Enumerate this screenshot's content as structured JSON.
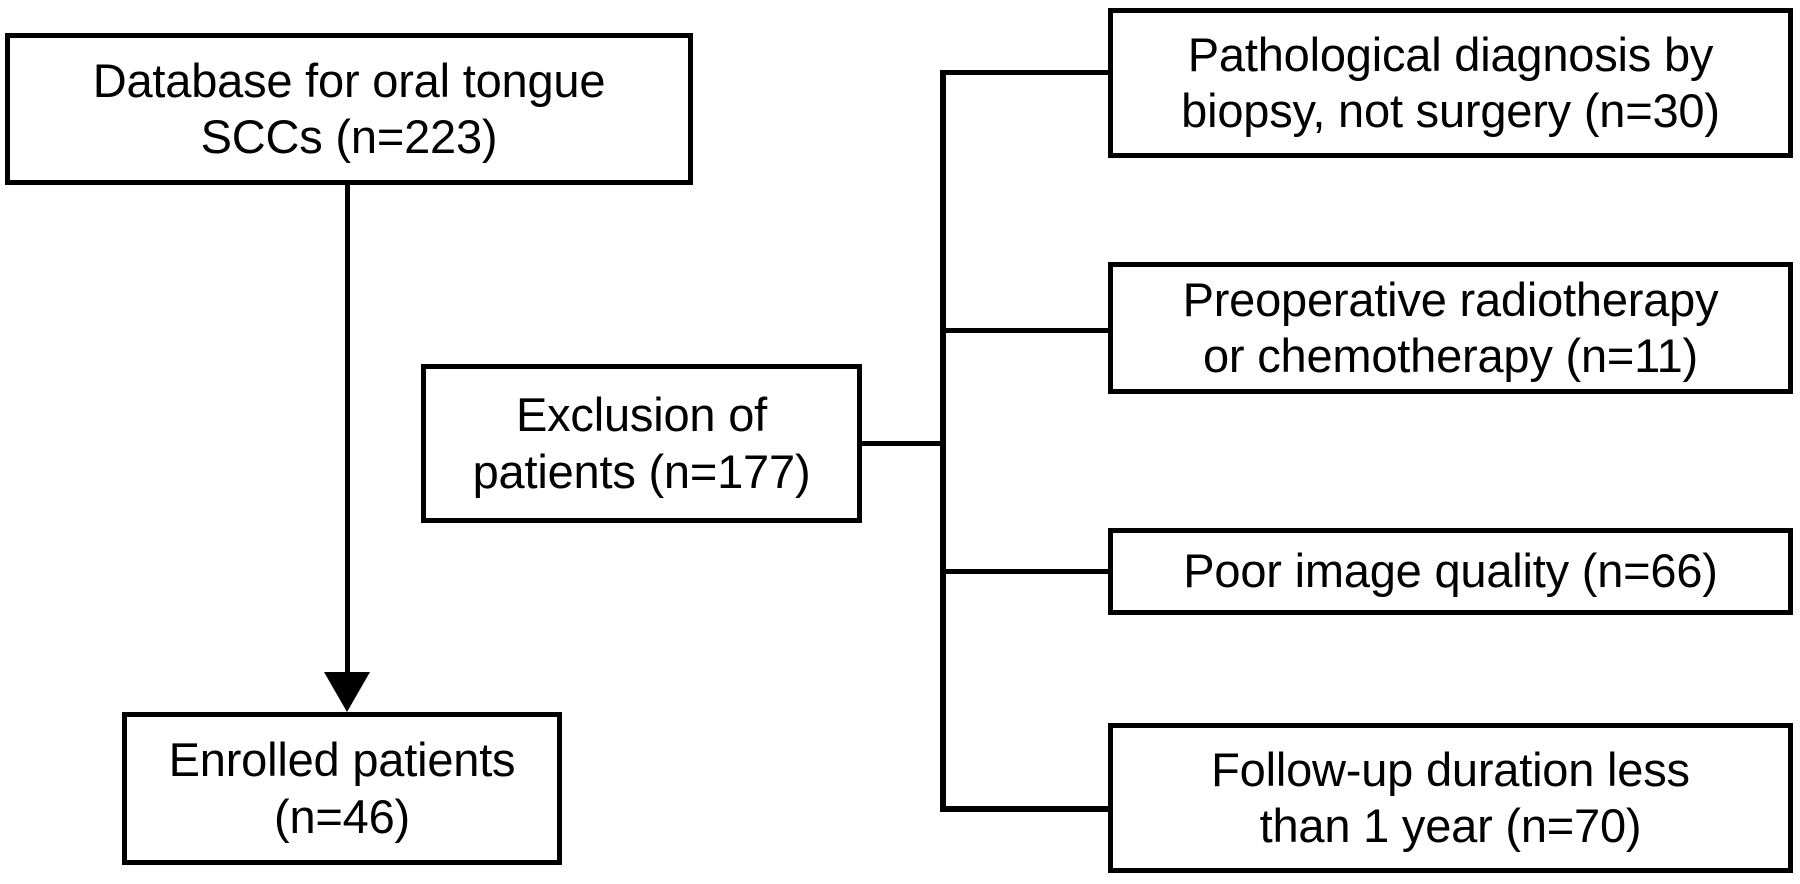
{
  "figure": {
    "type": "flowchart",
    "orientation": "left-to-right-with-exclusion-bracket",
    "stroke_color": "#000000",
    "background_color": "#ffffff"
  },
  "nodes": {
    "database": {
      "text": "Database for oral tongue\nSCCs  (n=223)",
      "count": 223
    },
    "exclusion": {
      "text": "Exclusion of\npatients (n=177)",
      "count": 177
    },
    "enrolled": {
      "text": "Enrolled patients\n(n=46)",
      "count": 46
    }
  },
  "exclusion_reasons": [
    {
      "id": "pathology",
      "text": "Pathological diagnosis by\nbiopsy, not surgery (n=30)",
      "count": 30
    },
    {
      "id": "preop",
      "text": "Preoperative radiotherapy\nor chemotherapy (n=11)",
      "count": 11
    },
    {
      "id": "image",
      "text": "Poor image quality (n=66)",
      "count": 66
    },
    {
      "id": "followup",
      "text": "Follow-up duration less\nthan 1 year (n=70)",
      "count": 70
    }
  ],
  "connectors": {
    "database_to_enrolled": "arrow-down",
    "exclusion_to_reasons": "bracket"
  }
}
